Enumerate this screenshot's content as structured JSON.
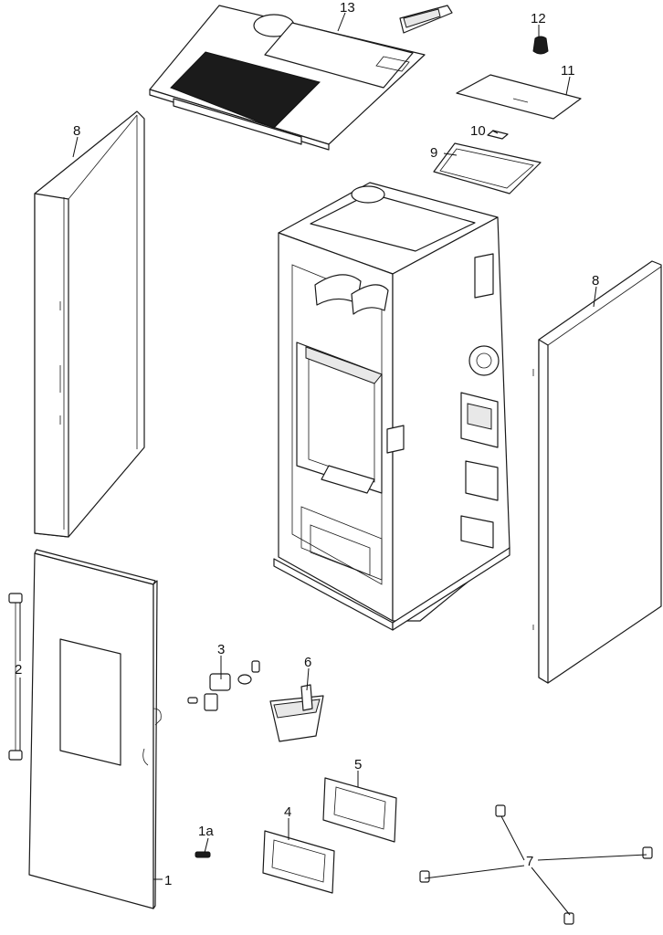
{
  "labels": {
    "p1": "1",
    "p1a": "1a",
    "p2": "2",
    "p3": "3",
    "p4": "4",
    "p5": "5",
    "p6": "6",
    "p7": "7",
    "p8_left": "8",
    "p8_right": "8",
    "p9": "9",
    "p10": "10",
    "p11": "11",
    "p12": "12",
    "p13": "13"
  }
}
